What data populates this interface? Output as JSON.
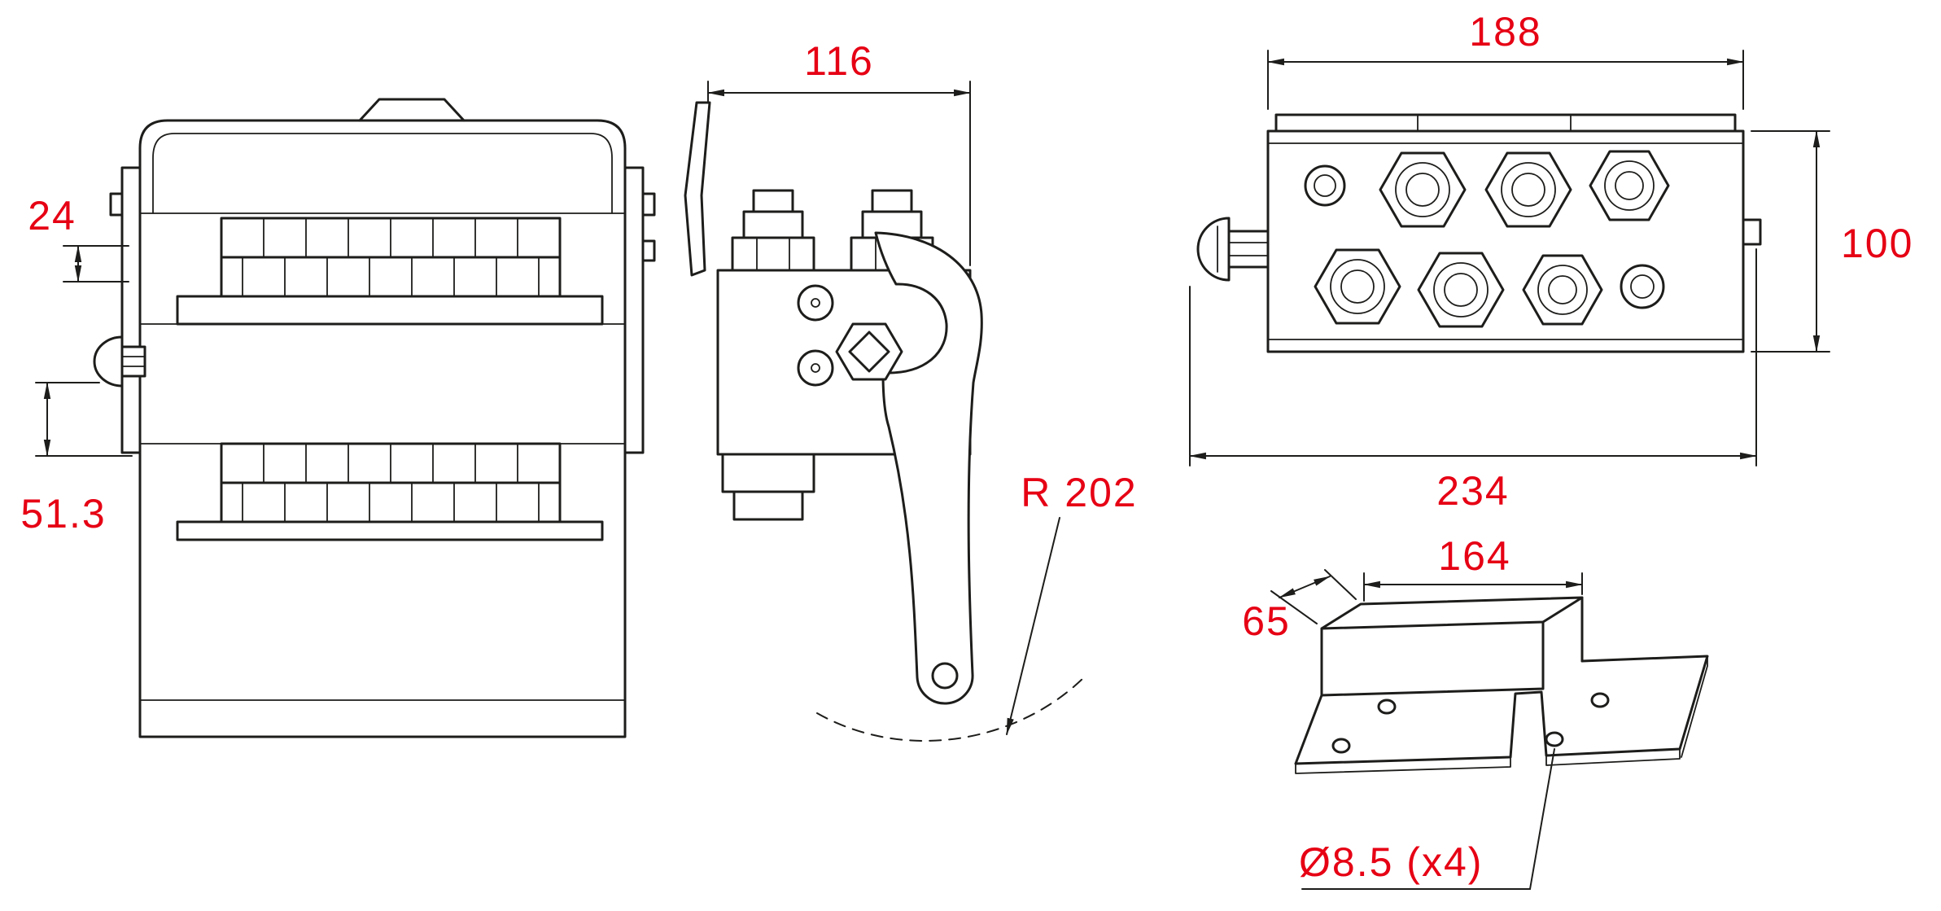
{
  "drawing": {
    "colors": {
      "background": "#ffffff",
      "line": "#1d1d1b",
      "dimension": "#e60014"
    },
    "views": {
      "front": {
        "dim_tab": "24",
        "dim_base": "51.3"
      },
      "side": {
        "dim_width": "116",
        "dim_radius": "R 202"
      },
      "top": {
        "dim_body_width": "188",
        "dim_height": "100",
        "dim_overall_width": "234"
      },
      "bracket": {
        "dim_length": "164",
        "dim_depth": "65",
        "dim_holes": "Ø8.5 (x4)"
      }
    }
  }
}
